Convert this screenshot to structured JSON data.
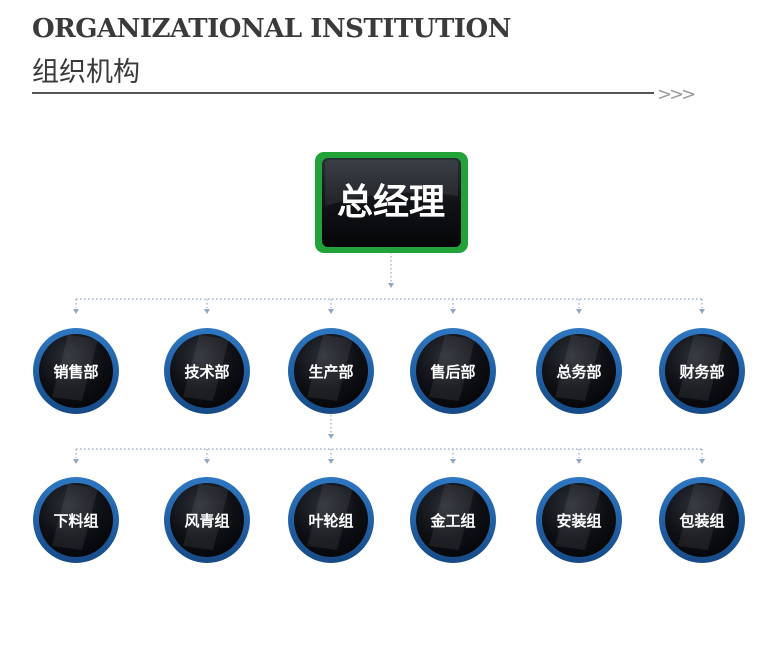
{
  "header": {
    "title_en": "ORGANIZATIONAL INSTITUTION",
    "title_cn": "组织机构",
    "chevrons": ">>>"
  },
  "colors": {
    "root_border": "#22a33a",
    "node_border": "#1e5fa8",
    "node_fill": "#0d0f14",
    "connector": "#8fa6c4"
  },
  "org": {
    "root": "总经理",
    "departments": [
      "销售部",
      "技术部",
      "生产部",
      "售后部",
      "总务部",
      "财务部"
    ],
    "groups_parent": "生产部",
    "groups": [
      "下料组",
      "风青组",
      "叶轮组",
      "金工组",
      "安装组",
      "包装组"
    ]
  }
}
